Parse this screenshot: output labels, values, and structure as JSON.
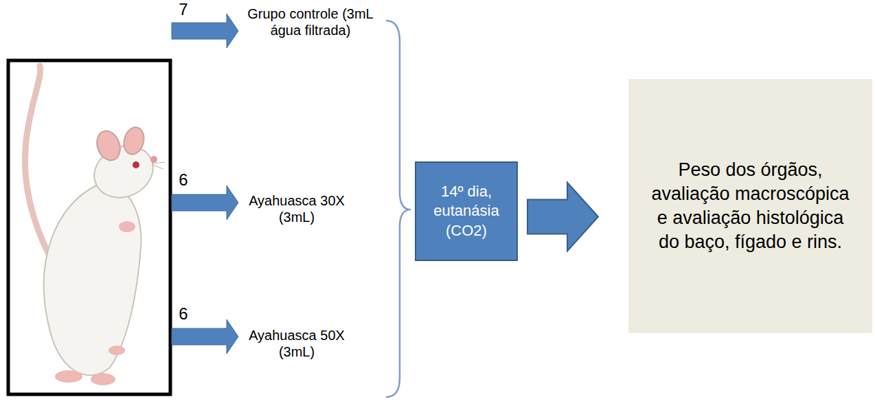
{
  "diagram": {
    "nodes": [
      {
        "text": [
          "14º dia, eutanásia (CO2)"
        ]
      },
      {
        "text": [
          "Peso dos órgãos, avaliação macroscópica e avaliação histológica do baço, fígado e rins."
        ]
      }
    ],
    "edges": [
      {
        "from": 0,
        "to": 1,
        "arrow": "to"
      }
    ],
    "labels": [
      "7",
      "Grupo controle (3mL água filtrada)",
      "6",
      "Ayahuasca 30X (3mL)",
      "6",
      "Ayahuasca 50X (3mL)"
    ]
  }
}
